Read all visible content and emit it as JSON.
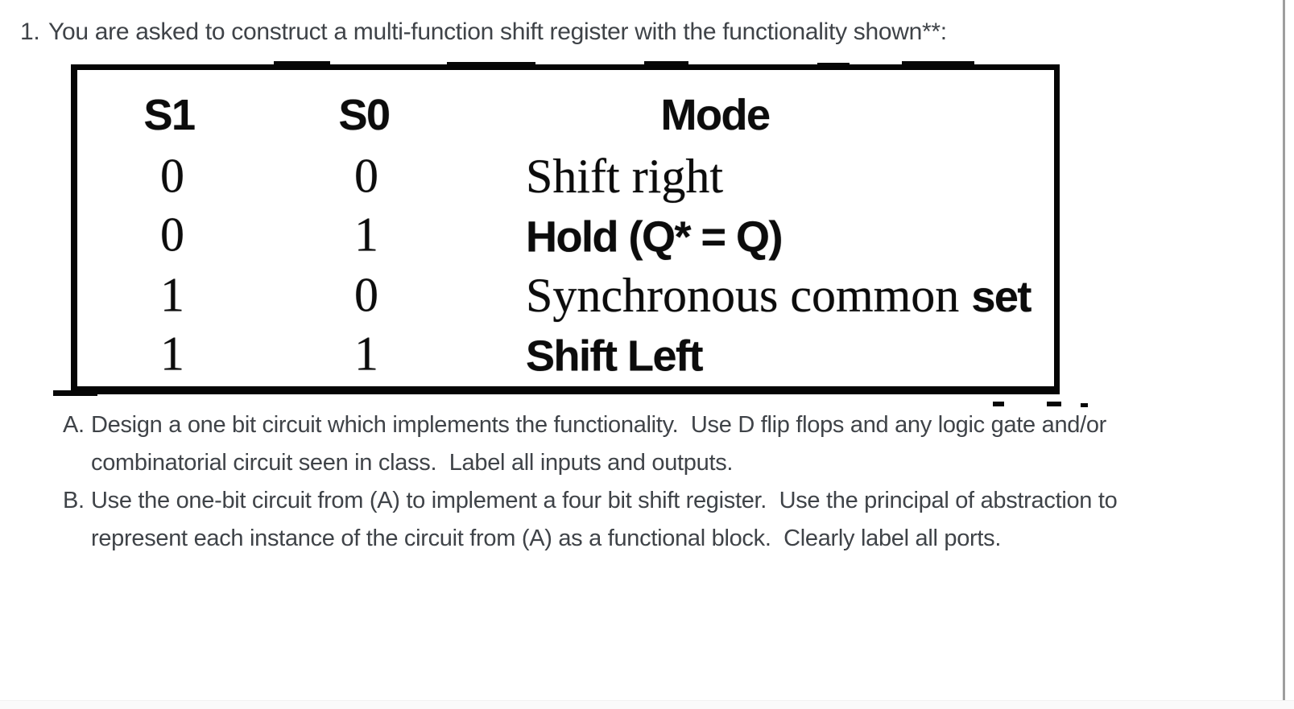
{
  "colors": {
    "body_text": "#3f4348",
    "table_ink": "#0c0c0c",
    "page_edge_line": "#9e9e9e",
    "bottom_band": "#fafafa"
  },
  "title": {
    "number": "1.",
    "text": "You are asked to construct a multi-function shift register with the functionality shown**:"
  },
  "table": {
    "headers": [
      "S1",
      "S0",
      "Mode"
    ],
    "rows": [
      {
        "s1": "0",
        "s0": "0",
        "mode": [
          {
            "text": "Shift right",
            "bold": false
          }
        ]
      },
      {
        "s1": "0",
        "s0": "1",
        "mode": [
          {
            "text": "Hold (Q* = Q)",
            "bold": true
          }
        ]
      },
      {
        "s1": "1",
        "s0": "0",
        "mode": [
          {
            "text": "Synchronous common ",
            "bold": false
          },
          {
            "text": "set",
            "bold": true
          }
        ]
      },
      {
        "s1": "1",
        "s0": "1",
        "mode": [
          {
            "text": "Shift Left",
            "bold": true
          }
        ]
      }
    ]
  },
  "questions": [
    {
      "label": "A.",
      "lines": [
        "Design a one bit circuit which implements the functionality.  Use D flip flops and any logic gate and/or",
        "combinatorial circuit seen in class.  Label all inputs and outputs."
      ]
    },
    {
      "label": "B.",
      "lines": [
        "Use the one-bit circuit from (A) to implement a four bit shift register.  Use the principal of abstraction to",
        "represent each instance of the circuit from (A) as a functional block.  Clearly label all ports."
      ]
    }
  ]
}
